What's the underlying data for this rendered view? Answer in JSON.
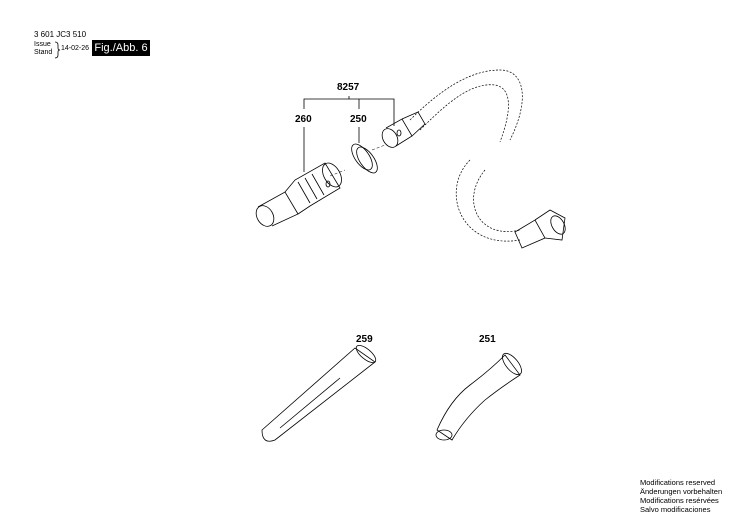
{
  "header": {
    "doc_number": "3 601 JC3 510",
    "issue_label": "Issue",
    "stand_label": "Stand",
    "date": "14-02-26",
    "figure": "Fig./Abb. 6"
  },
  "parts": {
    "assembly": "8257",
    "adapter": "260",
    "ring": "250",
    "crevice_nozzle": "259",
    "bent_tube": "251"
  },
  "footer": {
    "lines": [
      "Modifications reserved",
      "Änderungen vorbehalten",
      "Modifications resérvées",
      "Salvo modificaciones"
    ]
  }
}
